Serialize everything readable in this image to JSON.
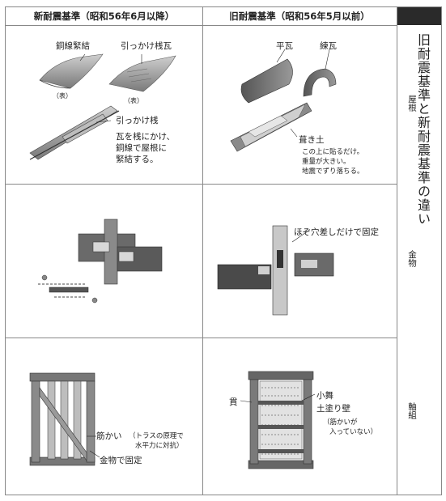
{
  "header": {
    "new_standard": "新耐震基準（昭和56年6月以降）",
    "old_standard": "旧耐震基準（昭和56年5月以前）"
  },
  "side_title": "旧耐震基準と新耐震基準の違い",
  "rows": {
    "roof": "屋根",
    "hardware": "金物",
    "frame": "軸組"
  },
  "roof": {
    "new": {
      "copper_wire": "銅線緊結",
      "hook_tile": "引っかけ桟瓦",
      "face1": "（表）",
      "face2": "（表）",
      "hook_batten": "引っかけ桟",
      "desc_line1": "瓦を桟にかけ、",
      "desc_line2": "銅線で屋根に",
      "desc_line3": "緊結する。"
    },
    "old": {
      "flat_tile": "平瓦",
      "ridge_tile": "練瓦",
      "mud": "葺き土",
      "note1": "この上に貼るだけ。",
      "note2": "重量が大きい。",
      "note3": "地震でずり落ちる。"
    }
  },
  "hardware": {
    "old_label": "ほぞ穴差しだけで固定"
  },
  "frame": {
    "new": {
      "brace": "筋かい",
      "brace_note1": "（トラスの原理で",
      "brace_note2": "水平力に対抗）",
      "metal_fix": "金物で固定"
    },
    "old": {
      "nuki": "貫",
      "komai": "小舞",
      "mud_wall": "土塗り壁",
      "no_brace1": "（筋かいが",
      "no_brace2": "入っていない）"
    }
  }
}
